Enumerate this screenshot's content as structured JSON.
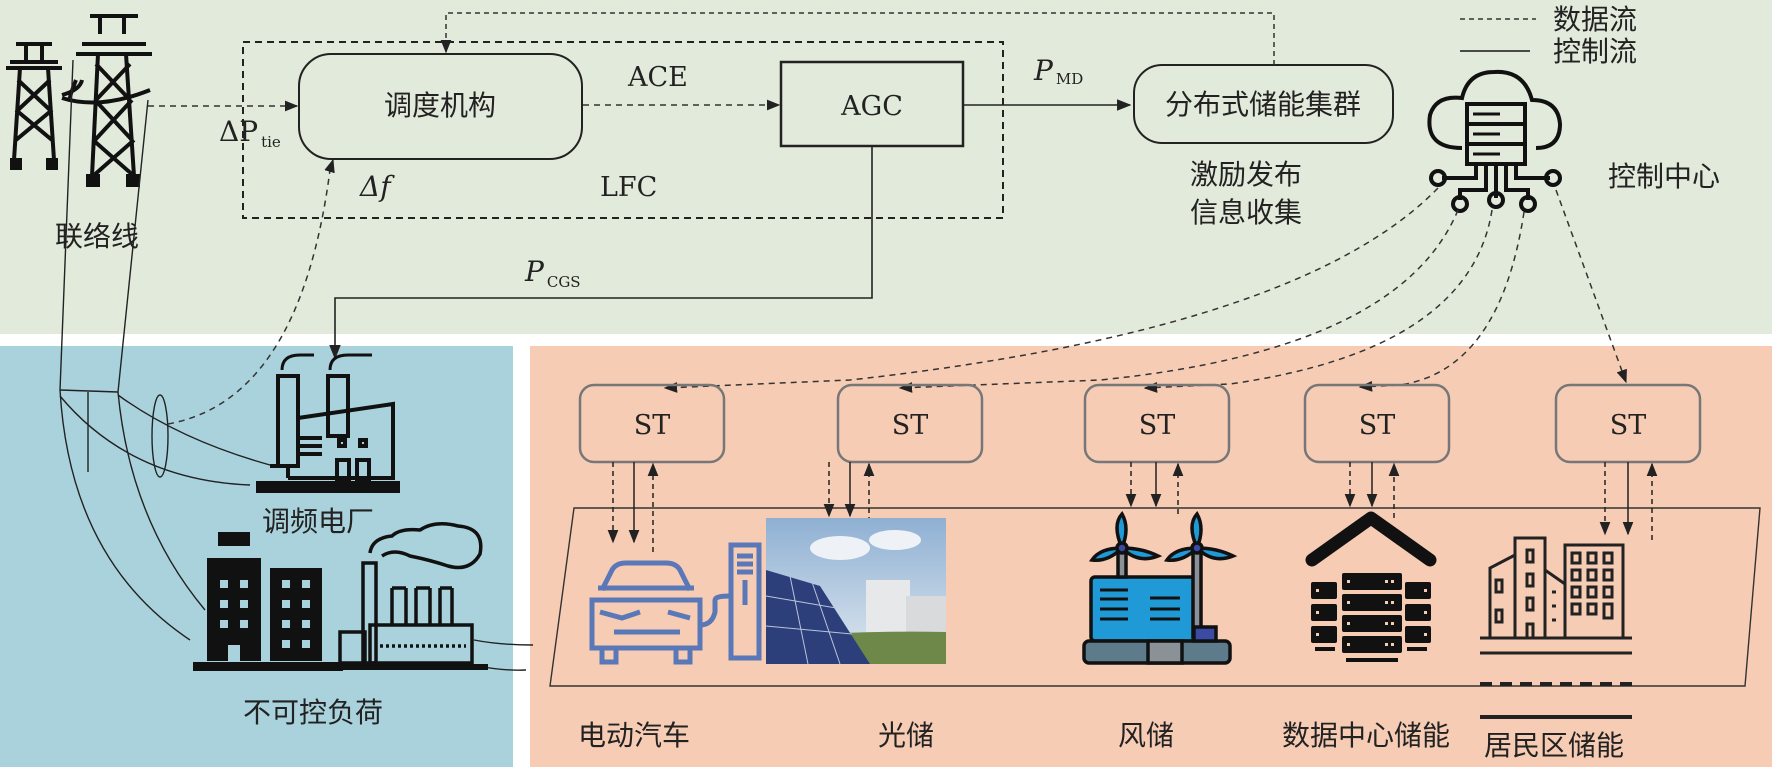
{
  "legend": {
    "data_flow": "数据流",
    "control_flow": "控制流"
  },
  "top": {
    "tie_line_label": "联络线",
    "dispatch_label": "调度机构",
    "agc_label": "AGC",
    "ace_label": "ACE",
    "lfc_label": "LFC",
    "delta_p_tie": {
      "main": "ΔP",
      "sub": "tie"
    },
    "delta_f": "Δf",
    "p_md": {
      "main": "P",
      "sub": "MD"
    },
    "p_cgs": {
      "main": "P",
      "sub": "CGS"
    },
    "cluster_label": "分布式储能集群",
    "cluster_caption_1": "激励发布",
    "cluster_caption_2": "信息收集",
    "control_center_label": "控制中心"
  },
  "left": {
    "fm_plant_label": "调频电厂",
    "uncontrollable_load_label": "不可控负荷"
  },
  "right": {
    "st_label": "ST",
    "units": [
      {
        "label": "电动汽车",
        "icon": "ev-charging-icon"
      },
      {
        "label": "光储",
        "icon": "pv-storage-photo"
      },
      {
        "label": "风储",
        "icon": "wind-storage-icon"
      },
      {
        "label": "数据中心储能",
        "icon": "data-center-icon"
      },
      {
        "label": "居民区储能",
        "icon": "residential-buildings-icon"
      }
    ]
  },
  "colors": {
    "top_bg": "#e2eadb",
    "left_bg": "#a9d2dc",
    "right_bg": "#f6ccb4",
    "ev_blue": "#5a78b8",
    "wind_blue": "#1f9ad6"
  }
}
